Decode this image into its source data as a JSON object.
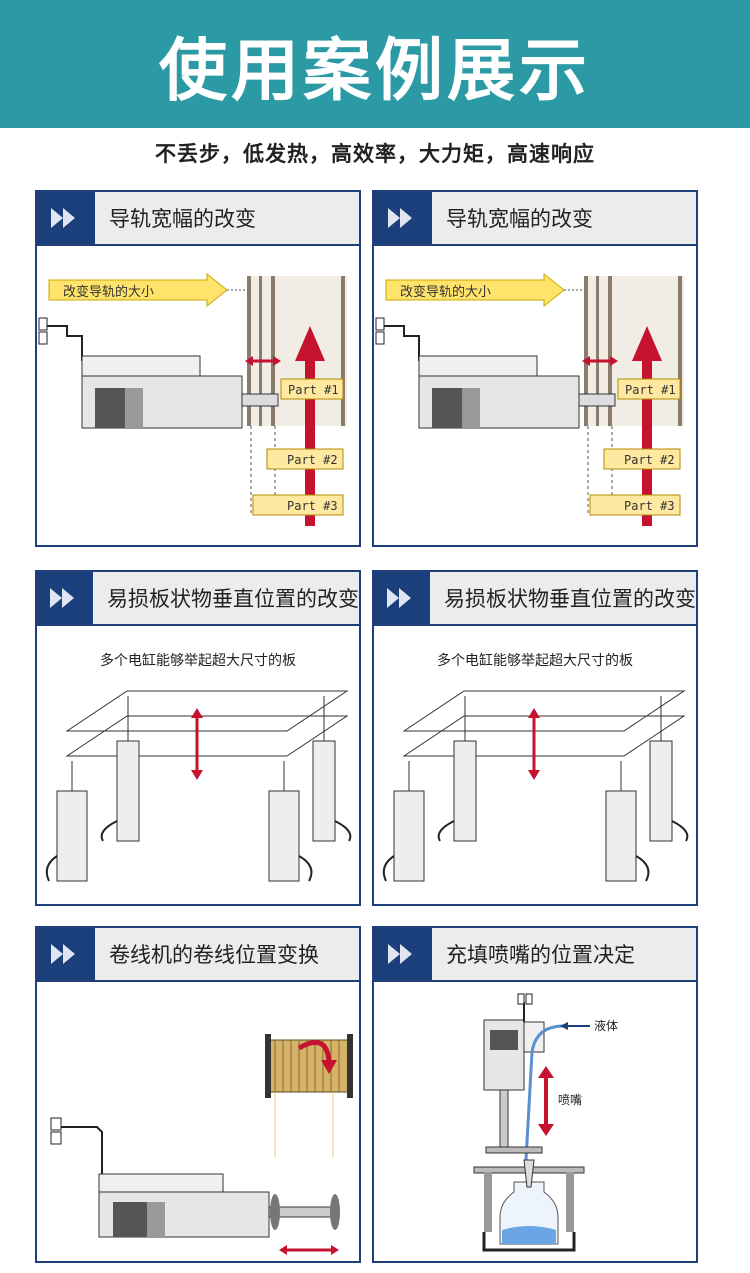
{
  "header": {
    "title": "使用案例展示"
  },
  "subtitle": "不丢步，低发热，高效率，大力矩，高速响应",
  "cards": [
    {
      "title": "导轨宽幅的改变",
      "callout": "改变导轨的大小",
      "parts": [
        "Part #1",
        "Part #2",
        "Part #3"
      ]
    },
    {
      "title": "导轨宽幅的改变",
      "callout": "改变导轨的大小",
      "parts": [
        "Part #1",
        "Part #2",
        "Part #3"
      ]
    },
    {
      "title": "易损板状物垂直位置的改变",
      "caption": "多个电缸能够举起超大尺寸的板"
    },
    {
      "title": "易损板状物垂直位置的改变",
      "caption": "多个电缸能够举起超大尺寸的板"
    },
    {
      "title": "卷线机的卷线位置变换"
    },
    {
      "title": "充填喷嘴的位置决定",
      "label_liquid": "液体",
      "label_nozzle": "喷嘴"
    }
  ],
  "colors": {
    "banner": "#2c9aa5",
    "navy": "#1b3e7d",
    "arrow_red": "#c4122f",
    "callout_yellow": "#ffe36a",
    "part_yellow": "#ffe9a0"
  },
  "icons": [
    "play-arrow-icon"
  ]
}
